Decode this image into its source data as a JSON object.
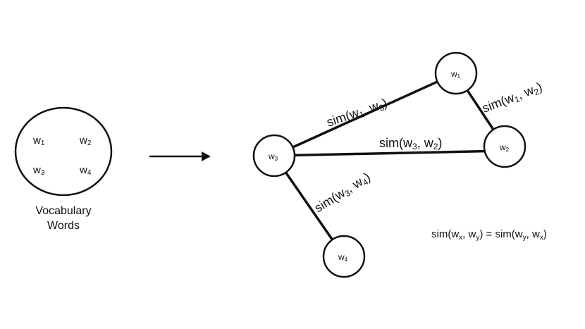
{
  "vocabulary": {
    "words": [
      {
        "base": "w",
        "sub": "1"
      },
      {
        "base": "w",
        "sub": "2"
      },
      {
        "base": "w",
        "sub": "3"
      },
      {
        "base": "w",
        "sub": "4"
      }
    ],
    "caption_line1": "Vocabulary",
    "caption_line2": "Words"
  },
  "graph": {
    "nodes": [
      {
        "id": "w1",
        "base": "w",
        "sub": "1"
      },
      {
        "id": "w2",
        "base": "w",
        "sub": "2"
      },
      {
        "id": "w3",
        "base": "w",
        "sub": "3"
      },
      {
        "id": "w4",
        "base": "w",
        "sub": "4"
      }
    ],
    "edges": [
      {
        "id": "w3-w1",
        "from": "w3",
        "to": "w1",
        "label": {
          "a": "1",
          "b": "3"
        }
      },
      {
        "id": "w1-w2",
        "from": "w1",
        "to": "w2",
        "label": {
          "a": "1",
          "b": "2"
        }
      },
      {
        "id": "w3-w2",
        "from": "w3",
        "to": "w2",
        "label": {
          "a": "3",
          "b": "2"
        }
      },
      {
        "id": "w3-w4",
        "from": "w3",
        "to": "w4",
        "label": {
          "a": "3",
          "b": "4"
        }
      }
    ]
  },
  "symmetry": {
    "lhs": {
      "a": "x",
      "b": "y"
    },
    "rhs": {
      "a": "y",
      "b": "x"
    }
  },
  "text": {
    "sim": "sim",
    "var": "w"
  }
}
